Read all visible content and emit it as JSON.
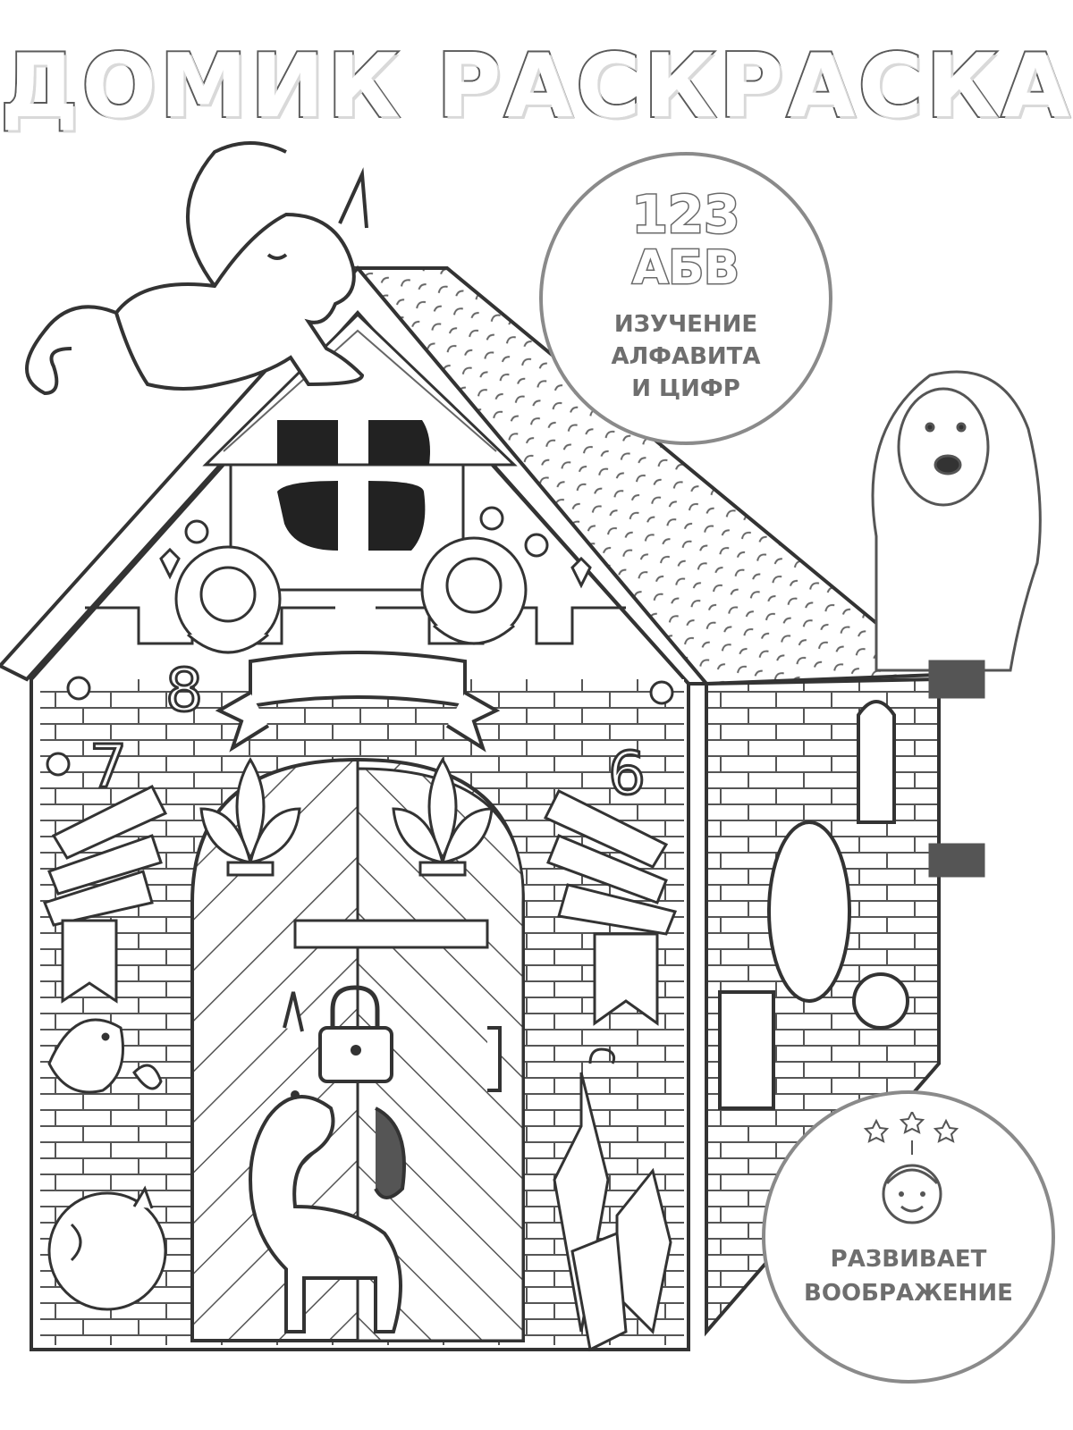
{
  "title": "ДОМИК РАСКРАСКА",
  "badge_top": {
    "numbers": "123",
    "letters": "АБВ",
    "line1": "ИЗУЧЕНИЕ",
    "line2": "АЛФАВИТА",
    "line3": "И ЦИФР"
  },
  "badge_bottom": {
    "line1": "РАЗВИВАЕТ",
    "line2": "ВООБРАЖЕНИЕ",
    "icon": "child-face-with-stars-icon"
  },
  "house_numbers": {
    "left_upper": "8",
    "left_lower": "7",
    "right": "6"
  },
  "colors": {
    "line": "#3a3a3a",
    "badge_text": "#6e6e6e",
    "background": "#ffffff"
  }
}
